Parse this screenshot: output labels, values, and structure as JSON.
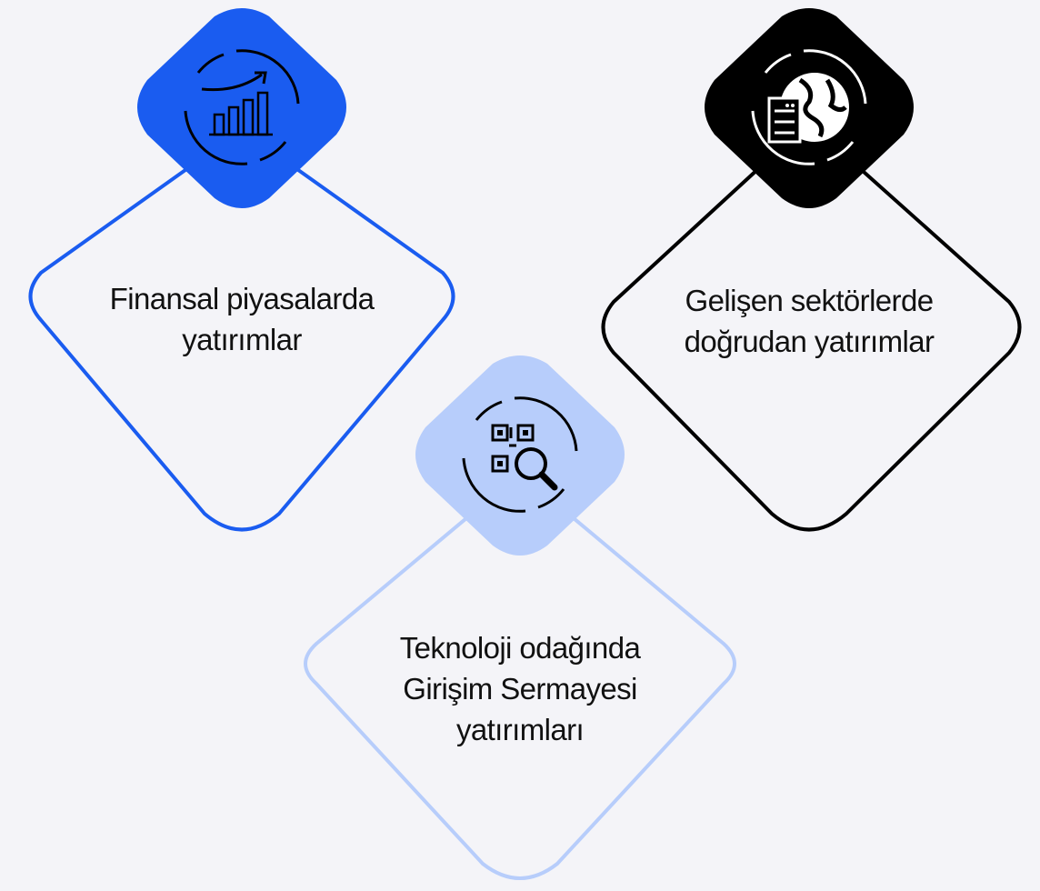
{
  "cards": [
    {
      "id": "finansal",
      "lines": [
        "Finansal piyasalarda",
        "yatırımlar"
      ],
      "border_color": "#1a5cf0",
      "badge_color": "#1a5cf0",
      "icon": "growth-chart-icon",
      "icon_color": "#000000"
    },
    {
      "id": "gelisen",
      "lines": [
        "Gelişen sektörlerde",
        "doğrudan yatırımlar"
      ],
      "border_color": "#000000",
      "badge_color": "#000000",
      "icon": "globe-server-icon",
      "icon_color": "#ffffff"
    },
    {
      "id": "teknoloji",
      "lines": [
        "Teknoloji odağında",
        "Girişim Sermayesi",
        "yatırımları"
      ],
      "border_color": "#b7cdfb",
      "badge_color": "#b7cdfb",
      "icon": "qr-search-icon",
      "icon_color": "#000000"
    }
  ]
}
